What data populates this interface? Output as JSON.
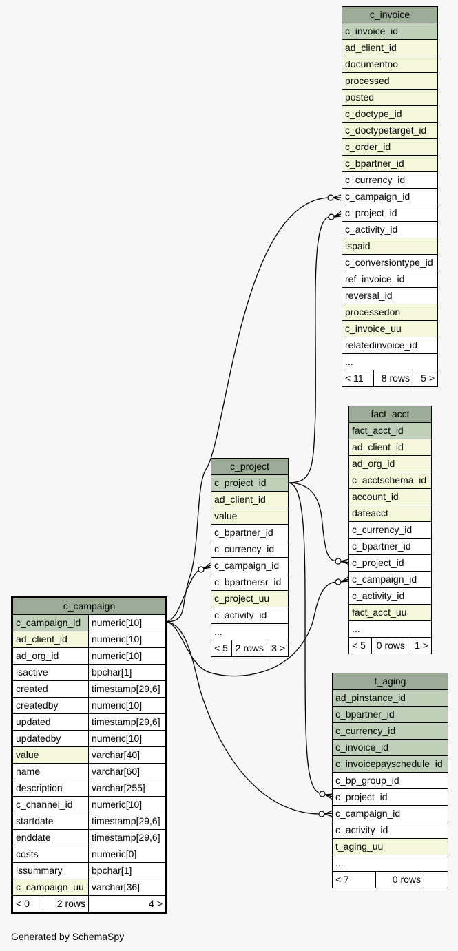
{
  "tables": {
    "c_invoice": {
      "name": "c_invoice",
      "columns": [
        {
          "name": "c_invoice_id",
          "kind": "pk"
        },
        {
          "name": "ad_client_id",
          "kind": "fk"
        },
        {
          "name": "documentno",
          "kind": "fk"
        },
        {
          "name": "processed",
          "kind": "fk"
        },
        {
          "name": "posted",
          "kind": "fk"
        },
        {
          "name": "c_doctype_id",
          "kind": "fk"
        },
        {
          "name": "c_doctypetarget_id",
          "kind": "fk"
        },
        {
          "name": "c_order_id",
          "kind": "fk"
        },
        {
          "name": "c_bpartner_id",
          "kind": "fk"
        },
        {
          "name": "c_currency_id",
          "kind": "plain"
        },
        {
          "name": "c_campaign_id",
          "kind": "plain"
        },
        {
          "name": "c_project_id",
          "kind": "plain"
        },
        {
          "name": "c_activity_id",
          "kind": "plain"
        },
        {
          "name": "ispaid",
          "kind": "fk"
        },
        {
          "name": "c_conversiontype_id",
          "kind": "plain"
        },
        {
          "name": "ref_invoice_id",
          "kind": "plain"
        },
        {
          "name": "reversal_id",
          "kind": "plain"
        },
        {
          "name": "processedon",
          "kind": "fk"
        },
        {
          "name": "c_invoice_uu",
          "kind": "fk"
        },
        {
          "name": "relatedinvoice_id",
          "kind": "plain"
        },
        {
          "name": "...",
          "kind": "plain"
        }
      ],
      "footer": {
        "left": "< 11",
        "mid": "8 rows",
        "right": "5 >"
      }
    },
    "fact_acct": {
      "name": "fact_acct",
      "columns": [
        {
          "name": "fact_acct_id",
          "kind": "pk"
        },
        {
          "name": "ad_client_id",
          "kind": "fk"
        },
        {
          "name": "ad_org_id",
          "kind": "fk"
        },
        {
          "name": "c_acctschema_id",
          "kind": "fk"
        },
        {
          "name": "account_id",
          "kind": "fk"
        },
        {
          "name": "dateacct",
          "kind": "fk"
        },
        {
          "name": "c_currency_id",
          "kind": "plain"
        },
        {
          "name": "c_bpartner_id",
          "kind": "plain"
        },
        {
          "name": "c_project_id",
          "kind": "plain"
        },
        {
          "name": "c_campaign_id",
          "kind": "plain"
        },
        {
          "name": "c_activity_id",
          "kind": "plain"
        },
        {
          "name": "fact_acct_uu",
          "kind": "fk"
        },
        {
          "name": "...",
          "kind": "plain"
        }
      ],
      "footer": {
        "left": "< 5",
        "mid": "0 rows",
        "right": "1 >"
      }
    },
    "c_project": {
      "name": "c_project",
      "columns": [
        {
          "name": "c_project_id",
          "kind": "pk"
        },
        {
          "name": "ad_client_id",
          "kind": "fk"
        },
        {
          "name": "value",
          "kind": "fk"
        },
        {
          "name": "c_bpartner_id",
          "kind": "plain"
        },
        {
          "name": "c_currency_id",
          "kind": "plain"
        },
        {
          "name": "c_campaign_id",
          "kind": "plain"
        },
        {
          "name": "c_bpartnersr_id",
          "kind": "plain"
        },
        {
          "name": "c_project_uu",
          "kind": "fk"
        },
        {
          "name": "c_activity_id",
          "kind": "plain"
        },
        {
          "name": "...",
          "kind": "plain"
        }
      ],
      "footer": {
        "left": "< 5",
        "mid": "2 rows",
        "right": "3 >"
      }
    },
    "c_campaign": {
      "name": "c_campaign",
      "columns": [
        {
          "name": "c_campaign_id",
          "type": "numeric[10]",
          "kind": "pk"
        },
        {
          "name": "ad_client_id",
          "type": "numeric[10]",
          "kind": "fk"
        },
        {
          "name": "ad_org_id",
          "type": "numeric[10]",
          "kind": "plain"
        },
        {
          "name": "isactive",
          "type": "bpchar[1]",
          "kind": "plain"
        },
        {
          "name": "created",
          "type": "timestamp[29,6]",
          "kind": "plain"
        },
        {
          "name": "createdby",
          "type": "numeric[10]",
          "kind": "plain"
        },
        {
          "name": "updated",
          "type": "timestamp[29,6]",
          "kind": "plain"
        },
        {
          "name": "updatedby",
          "type": "numeric[10]",
          "kind": "plain"
        },
        {
          "name": "value",
          "type": "varchar[40]",
          "kind": "fk"
        },
        {
          "name": "name",
          "type": "varchar[60]",
          "kind": "plain"
        },
        {
          "name": "description",
          "type": "varchar[255]",
          "kind": "plain"
        },
        {
          "name": "c_channel_id",
          "type": "numeric[10]",
          "kind": "plain"
        },
        {
          "name": "startdate",
          "type": "timestamp[29,6]",
          "kind": "plain"
        },
        {
          "name": "enddate",
          "type": "timestamp[29,6]",
          "kind": "plain"
        },
        {
          "name": "costs",
          "type": "numeric[0]",
          "kind": "plain"
        },
        {
          "name": "issummary",
          "type": "bpchar[1]",
          "kind": "plain"
        },
        {
          "name": "c_campaign_uu",
          "type": "varchar[36]",
          "kind": "fk"
        }
      ],
      "footer": {
        "left": "< 0",
        "mid": "2 rows",
        "right": "4 >"
      }
    },
    "t_aging": {
      "name": "t_aging",
      "columns": [
        {
          "name": "ad_pinstance_id",
          "kind": "pk"
        },
        {
          "name": "c_bpartner_id",
          "kind": "pk"
        },
        {
          "name": "c_currency_id",
          "kind": "pk"
        },
        {
          "name": "c_invoice_id",
          "kind": "pk"
        },
        {
          "name": "c_invoicepayschedule_id",
          "kind": "pk"
        },
        {
          "name": "c_bp_group_id",
          "kind": "plain"
        },
        {
          "name": "c_project_id",
          "kind": "plain"
        },
        {
          "name": "c_campaign_id",
          "kind": "plain"
        },
        {
          "name": "c_activity_id",
          "kind": "plain"
        },
        {
          "name": "t_aging_uu",
          "kind": "fk"
        },
        {
          "name": "...",
          "kind": "plain"
        }
      ],
      "footer": {
        "left": "< 7",
        "mid": "0 rows",
        "right": ""
      }
    }
  },
  "colors": {
    "title": "#9bab96",
    "pk": "#bed1b8",
    "fk": "#f4f7da",
    "background": "#f7f7f7"
  },
  "footer_text": "Generated by SchemaSpy"
}
